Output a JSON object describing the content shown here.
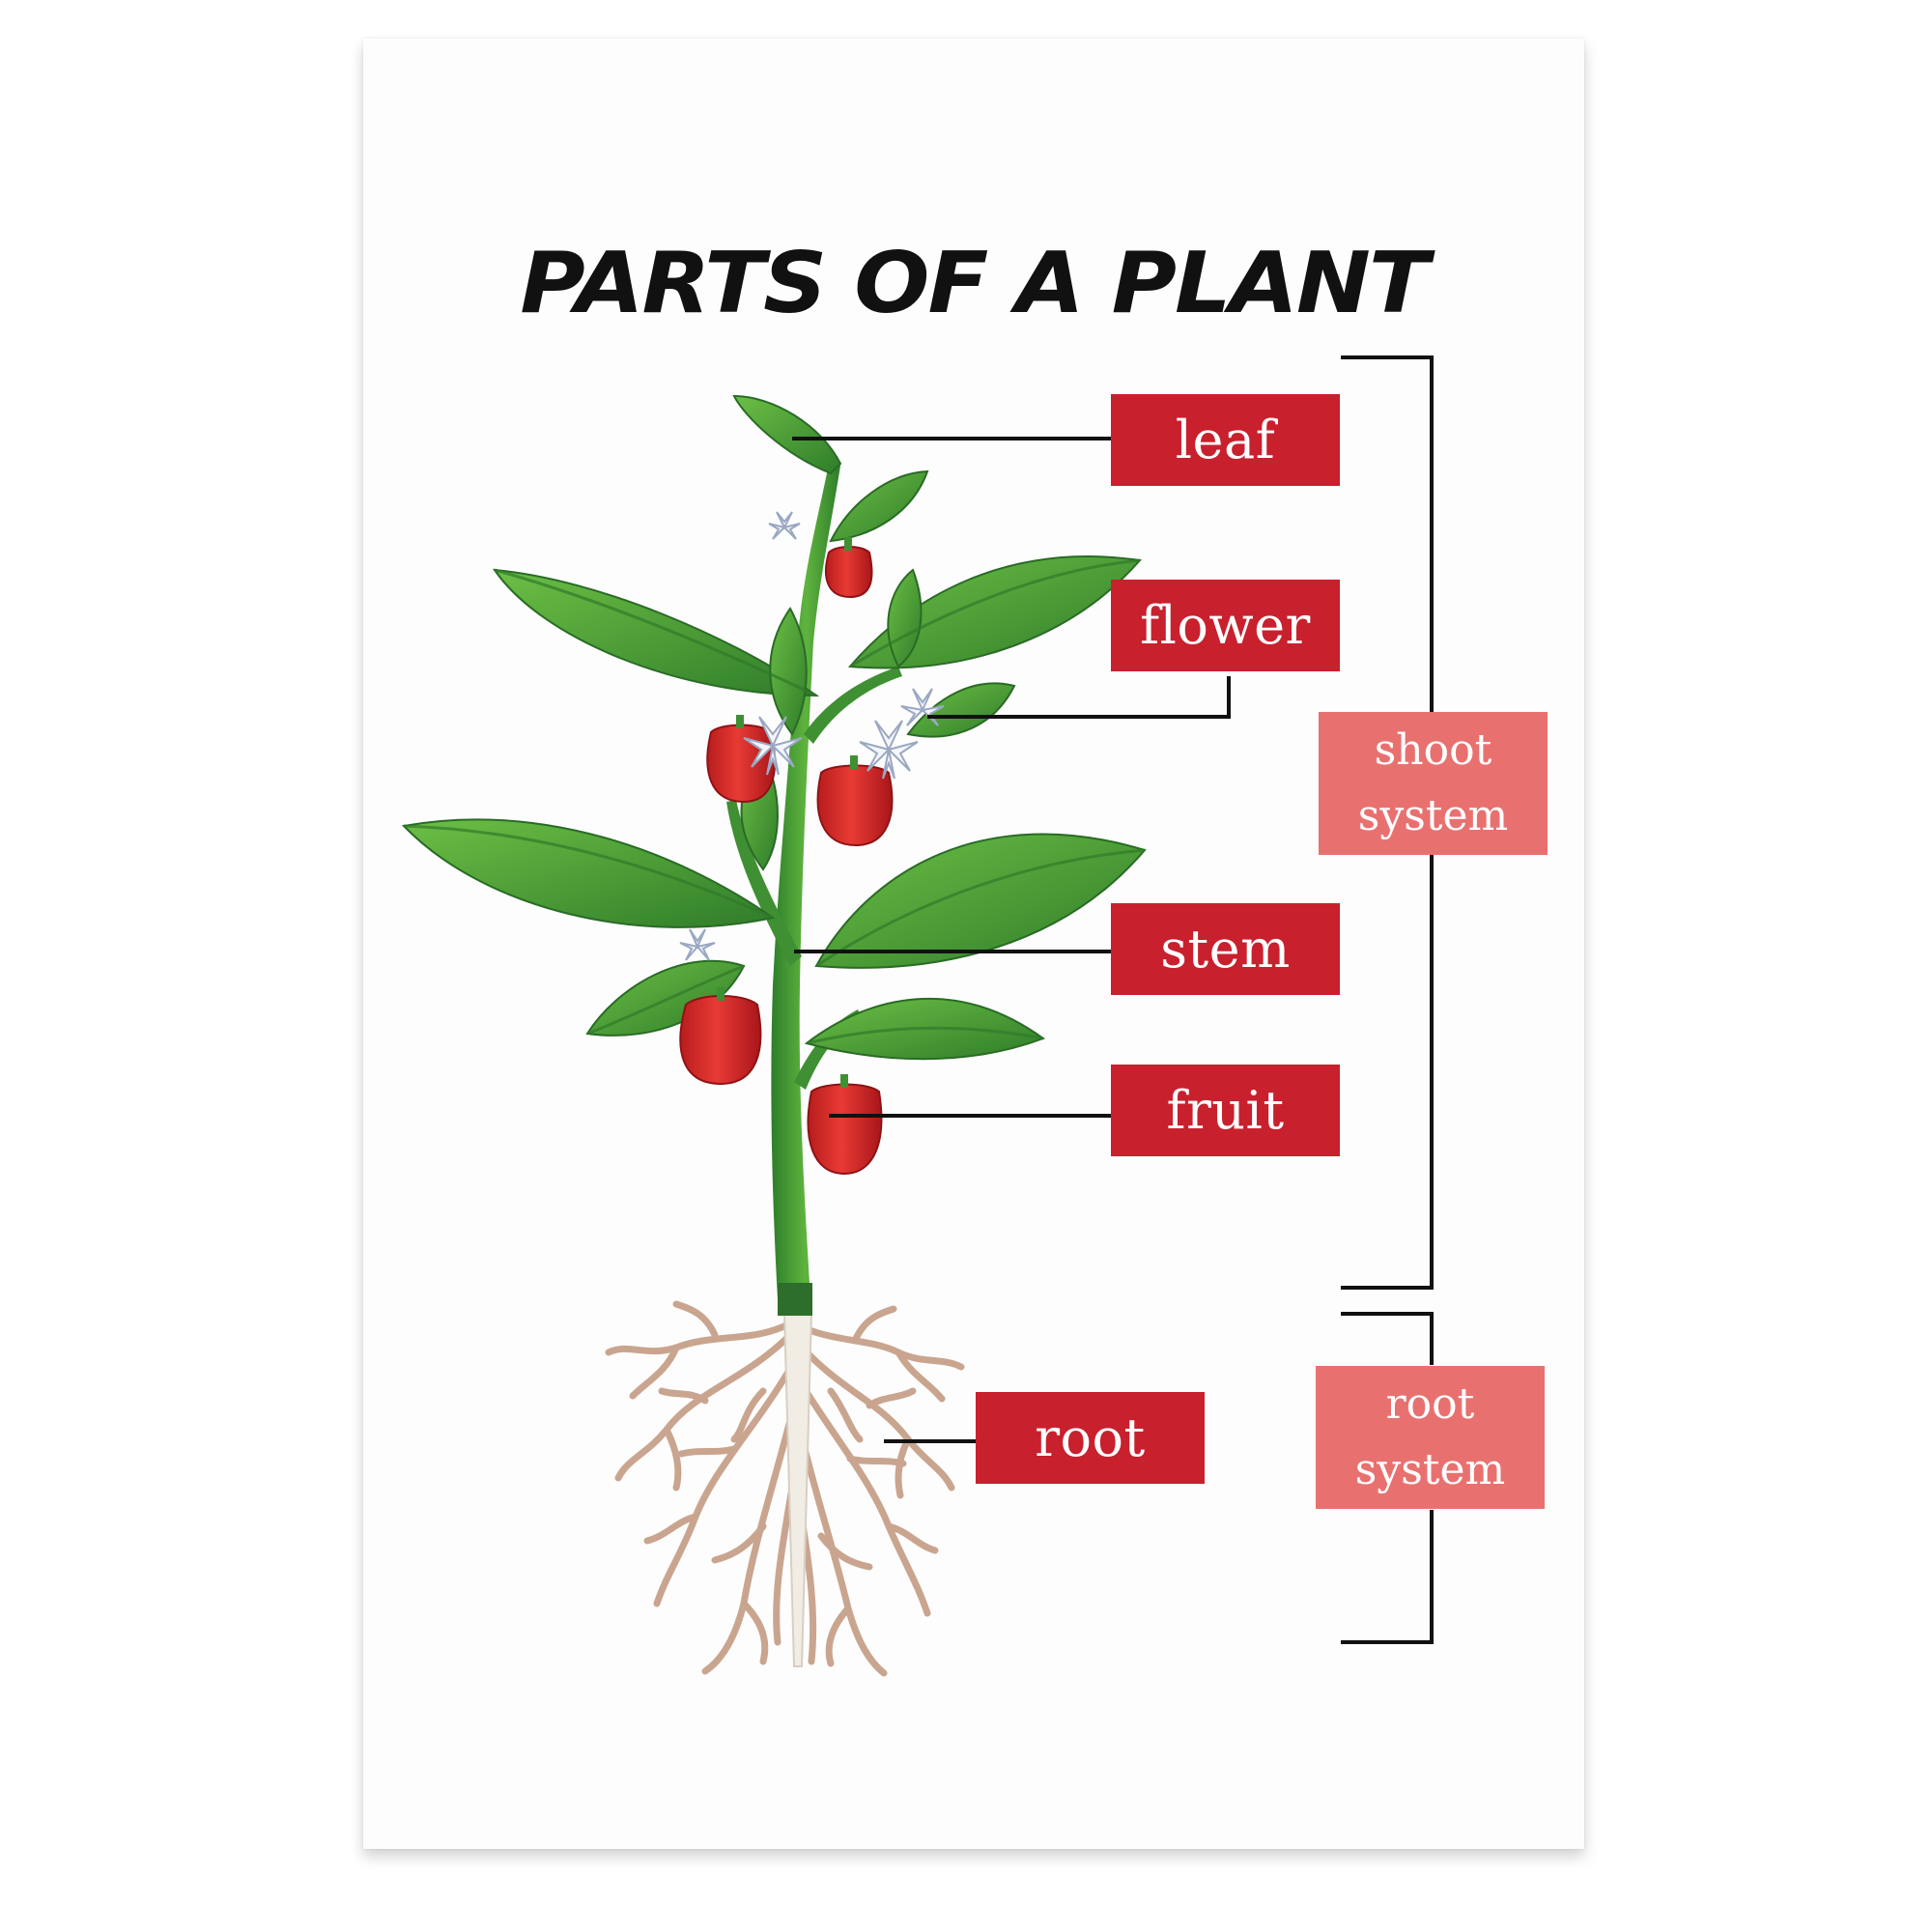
{
  "diagram": {
    "title": "PARTS OF A PLANT",
    "parts": {
      "leaf": "leaf",
      "flower": "flower",
      "stem": "stem",
      "fruit": "fruit",
      "root": "root"
    },
    "systems": {
      "shoot": [
        "shoot",
        "system"
      ],
      "root": [
        "root",
        "system"
      ]
    },
    "colors": {
      "label_fill": "#c9202e",
      "system_fill": "#e87170",
      "leaf_green": "#4aa03b",
      "fruit_red": "#d62a2a",
      "root_tan": "#c9a58f",
      "connector": "#111111"
    }
  }
}
